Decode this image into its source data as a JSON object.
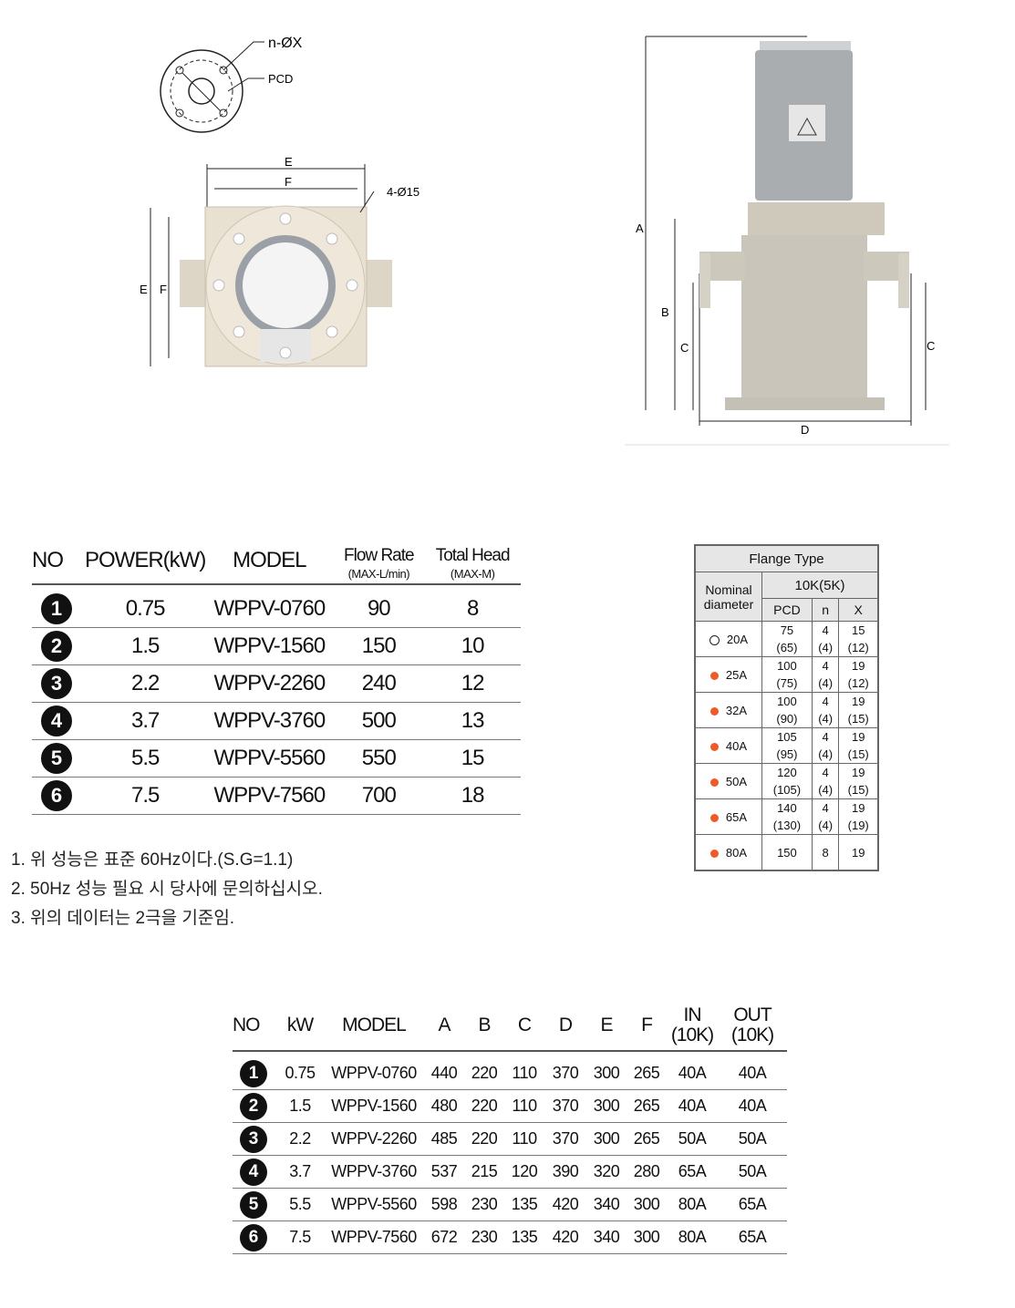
{
  "drawings": {
    "flange_labels": {
      "holes": "n-ØX",
      "pcd": "PCD"
    },
    "top_view_labels": {
      "e": "E",
      "f": "F",
      "holes": "4-Ø15"
    },
    "side_view_labels": {
      "a": "A",
      "b": "B",
      "c": "C",
      "d": "D"
    }
  },
  "performance": {
    "headers": {
      "no": "NO",
      "power": "POWER(kW)",
      "model": "MODEL",
      "flow": "Flow Rate",
      "flow_unit": "(MAX-L/min)",
      "head": "Total Head",
      "head_unit": "(MAX-M)"
    },
    "rows": [
      {
        "no": "1",
        "power": "0.75",
        "model": "WPPV-0760",
        "flow": "90",
        "head": "8"
      },
      {
        "no": "2",
        "power": "1.5",
        "model": "WPPV-1560",
        "flow": "150",
        "head": "10"
      },
      {
        "no": "3",
        "power": "2.2",
        "model": "WPPV-2260",
        "flow": "240",
        "head": "12"
      },
      {
        "no": "4",
        "power": "3.7",
        "model": "WPPV-3760",
        "flow": "500",
        "head": "13"
      },
      {
        "no": "5",
        "power": "5.5",
        "model": "WPPV-5560",
        "flow": "550",
        "head": "15"
      },
      {
        "no": "6",
        "power": "7.5",
        "model": "WPPV-7560",
        "flow": "700",
        "head": "18"
      }
    ]
  },
  "notes": [
    "1. 위 성능은 표준 60Hz이다.(S.G=1.1)",
    "2. 50Hz 성능 필요 시 당사에 문의하십시오.",
    "3. 위의 데이터는 2극을 기준임."
  ],
  "flange": {
    "title": "Flange Type",
    "nominal": "Nominal diameter",
    "standard": "10K(5K)",
    "cols": [
      "PCD",
      "n",
      "X"
    ],
    "colors": {
      "filled": "#f05a28",
      "hollow": "#ffffff"
    },
    "rows": [
      {
        "size": "20A",
        "filled": false,
        "pcd": "75",
        "pcd2": "(65)",
        "n": "4",
        "n2": "(4)",
        "x": "15",
        "x2": "(12)"
      },
      {
        "size": "25A",
        "filled": true,
        "pcd": "100",
        "pcd2": "(75)",
        "n": "4",
        "n2": "(4)",
        "x": "19",
        "x2": "(12)"
      },
      {
        "size": "32A",
        "filled": true,
        "pcd": "100",
        "pcd2": "(90)",
        "n": "4",
        "n2": "(4)",
        "x": "19",
        "x2": "(15)"
      },
      {
        "size": "40A",
        "filled": true,
        "pcd": "105",
        "pcd2": "(95)",
        "n": "4",
        "n2": "(4)",
        "x": "19",
        "x2": "(15)"
      },
      {
        "size": "50A",
        "filled": true,
        "pcd": "120",
        "pcd2": "(105)",
        "n": "4",
        "n2": "(4)",
        "x": "19",
        "x2": "(15)"
      },
      {
        "size": "65A",
        "filled": true,
        "pcd": "140",
        "pcd2": "(130)",
        "n": "4",
        "n2": "(4)",
        "x": "19",
        "x2": "(19)"
      },
      {
        "size": "80A",
        "filled": true,
        "pcd": "150",
        "pcd2": "",
        "n": "8",
        "n2": "",
        "x": "19",
        "x2": ""
      }
    ]
  },
  "dimensions": {
    "headers": [
      "NO",
      "kW",
      "MODEL",
      "A",
      "B",
      "C",
      "D",
      "E",
      "F",
      "IN",
      "OUT"
    ],
    "sub": {
      "in": "(10K)",
      "out": "(10K)"
    },
    "rows": [
      [
        "1",
        "0.75",
        "WPPV-0760",
        "440",
        "220",
        "110",
        "370",
        "300",
        "265",
        "40A",
        "40A"
      ],
      [
        "2",
        "1.5",
        "WPPV-1560",
        "480",
        "220",
        "110",
        "370",
        "300",
        "265",
        "40A",
        "40A"
      ],
      [
        "3",
        "2.2",
        "WPPV-2260",
        "485",
        "220",
        "110",
        "370",
        "300",
        "265",
        "50A",
        "50A"
      ],
      [
        "4",
        "3.7",
        "WPPV-3760",
        "537",
        "215",
        "120",
        "390",
        "320",
        "280",
        "65A",
        "50A"
      ],
      [
        "5",
        "5.5",
        "WPPV-5560",
        "598",
        "230",
        "135",
        "420",
        "340",
        "300",
        "80A",
        "65A"
      ],
      [
        "6",
        "7.5",
        "WPPV-7560",
        "672",
        "230",
        "135",
        "420",
        "340",
        "300",
        "80A",
        "65A"
      ]
    ]
  }
}
